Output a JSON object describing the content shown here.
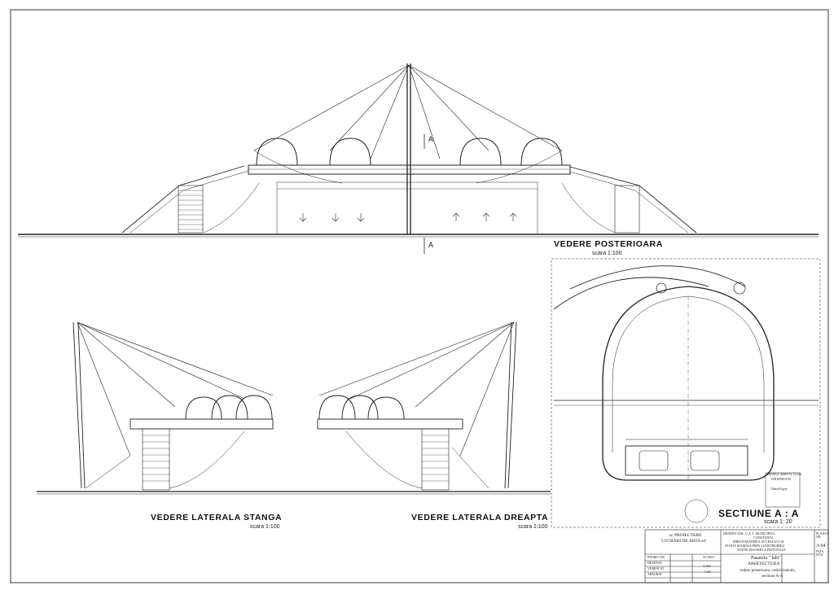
{
  "views": {
    "rear": {
      "title": "VEDERE  POSTERIOARA",
      "scale": "scara 1:100"
    },
    "left": {
      "title": "VEDERE  LATERALA  STANGA",
      "scale": "scara 1:100"
    },
    "right": {
      "title": "VEDERE  LATERALA  DREAPTA",
      "scale": "scara 1:100"
    },
    "section": {
      "title": "SECTIUNE  A : A",
      "scale": "scara 1: 20"
    }
  },
  "section_marker": "A",
  "titleblock": {
    "company": [
      "sc PROIECTARE",
      "LUCRARI DE ARTA srl"
    ],
    "beneficiary": [
      "BENEFICIAR: U.A.T. MUNICIPIUL",
      "CONSTANTA"
    ],
    "works": [
      "IMBUNATATIREA ACCESULUI SI",
      "STATIA MAMAIA PRIN CONSTRUIREA",
      "STATIE PASARELA PIETONALE"
    ],
    "roles": [
      "PROIECTAT",
      "DESENAT",
      "VERIFICAT",
      "APROBAT"
    ],
    "scale_label": "SCARA",
    "scale_value": "1:100",
    "scale_value2": "1:20",
    "sheet_label": "PLANSA NR.",
    "sheet_no": "A 04",
    "phase_label": "FAZA: DTAC",
    "project": "Pasarela \" lahi\"",
    "discipline": "ARHITECTURA",
    "contents": [
      "vedere posterioara, vederi laterale,",
      "sectiune A-A"
    ]
  },
  "stamp": [
    "ORDINUL ARHITECTILOR",
    "DIN ROMANIA",
    "Dunca Eugen"
  ]
}
